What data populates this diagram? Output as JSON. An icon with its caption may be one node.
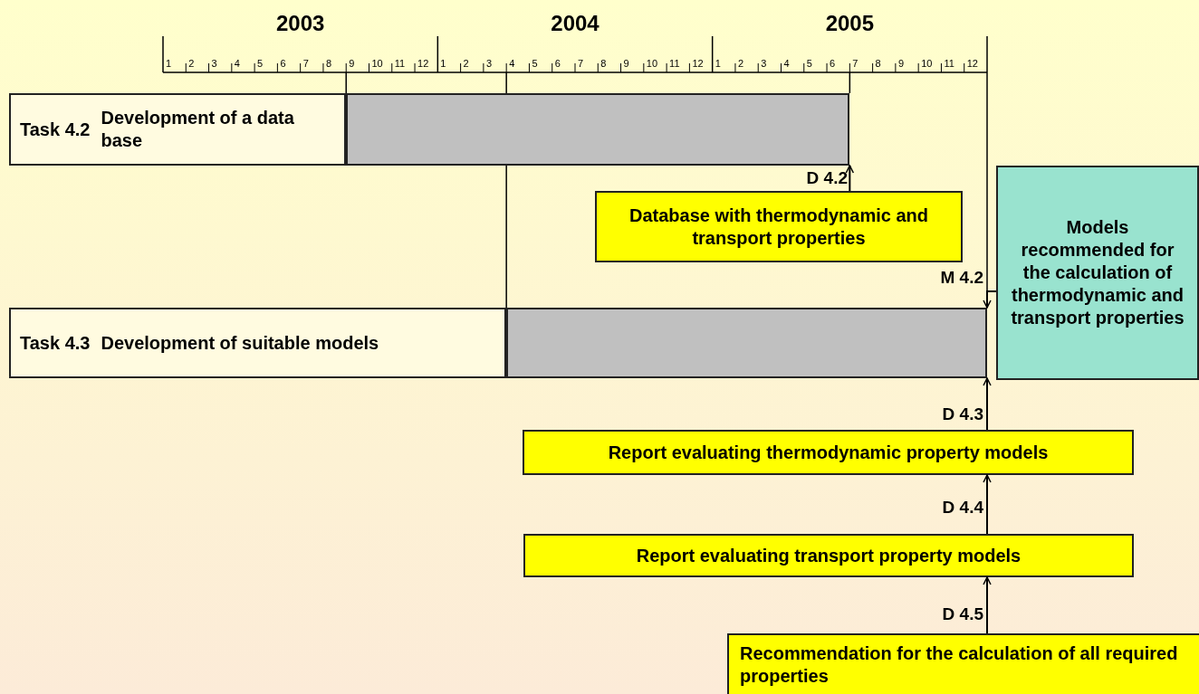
{
  "diagram": {
    "nodes": [
      {
        "text": [
          "Task 4.2",
          "Development of a data base"
        ]
      },
      {
        "text": [],
        "shape": "bar"
      },
      {
        "text": [
          "Database with thermodynamic and transport properties"
        ],
        "beside": [
          "D 4.2"
        ]
      },
      {
        "text": [
          "Task 4.3",
          "Development of suitable models"
        ]
      },
      {
        "text": [],
        "shape": "bar"
      },
      {
        "text": [
          "Models recommended for the calculation of thermodynamic and transport properties"
        ],
        "beside": [
          "M 4.2"
        ]
      },
      {
        "text": [
          "Report evaluating thermodynamic property models"
        ],
        "beside": [
          "D 4.3"
        ]
      },
      {
        "text": [
          "Report evaluating transport property models"
        ],
        "beside": [
          "D 4.4"
        ]
      },
      {
        "text": [
          "Recommendation for the calculation of all required properties"
        ],
        "beside": [
          "D 4.5"
        ]
      }
    ],
    "edges": [
      {
        "from": 2,
        "to": 1,
        "arrow": "to"
      },
      {
        "from": 5,
        "to": 4,
        "arrow": "to"
      },
      {
        "from": 6,
        "to": 4,
        "arrow": "to"
      },
      {
        "from": 7,
        "to": 6,
        "arrow": "to"
      },
      {
        "from": 8,
        "to": 7,
        "arrow": "to"
      }
    ],
    "labels": [
      "2003",
      "2004",
      "2005",
      "1",
      "2",
      "3",
      "4",
      "5",
      "6",
      "7",
      "8",
      "9",
      "10",
      "11",
      "12",
      "1",
      "2",
      "3",
      "4",
      "5",
      "6",
      "7",
      "8",
      "9",
      "10",
      "11",
      "12",
      "1",
      "2",
      "3",
      "4",
      "5",
      "6",
      "7",
      "8",
      "9",
      "10",
      "11",
      "12"
    ]
  }
}
